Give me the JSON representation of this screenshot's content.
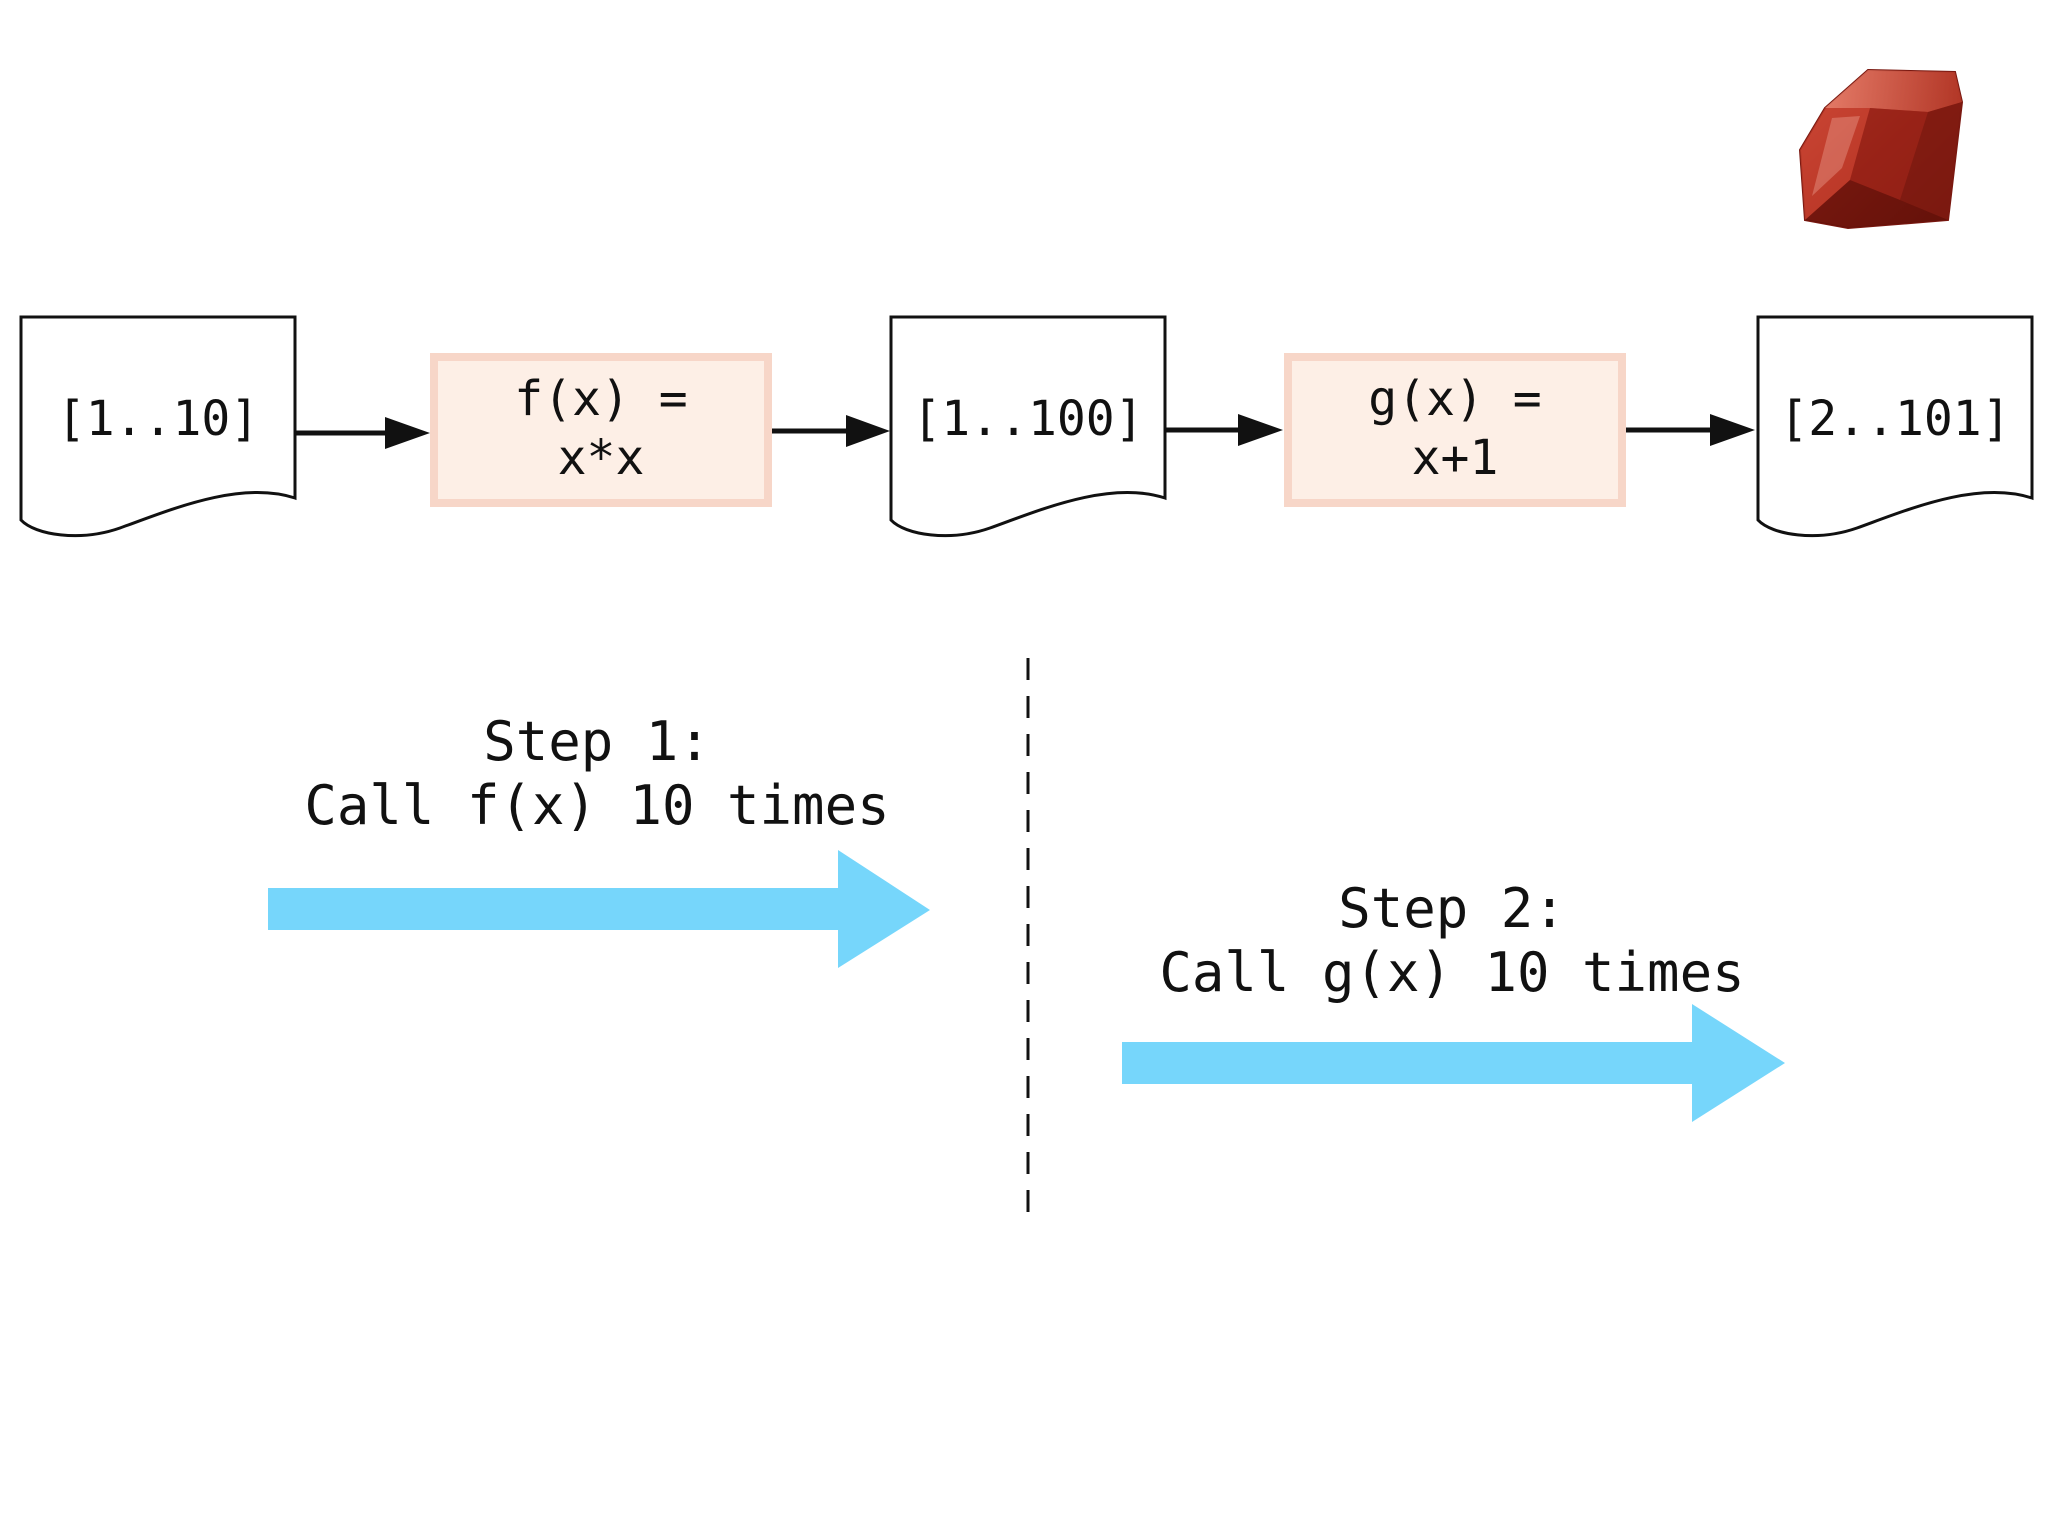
{
  "nodes": {
    "input": {
      "label": "[1..10]"
    },
    "f": {
      "line1": "f(x) =",
      "line2": "x*x"
    },
    "mid": {
      "label": "[1..100]"
    },
    "g": {
      "line1": "g(x) =",
      "line2": "x+1"
    },
    "output": {
      "label": "[2..101]"
    }
  },
  "steps": [
    {
      "line1": "Step 1:",
      "line2": "Call f(x) 10 times"
    },
    {
      "line1": "Step 2:",
      "line2": "Call g(x) 10 times"
    }
  ],
  "colors": {
    "function_fill": "#fdefe6",
    "function_border": "#f7d6c8",
    "step_arrow": "#76d6fb",
    "logo_ruby": "#b0281a"
  },
  "icons": {
    "logo": "ruby-gem-logo"
  }
}
